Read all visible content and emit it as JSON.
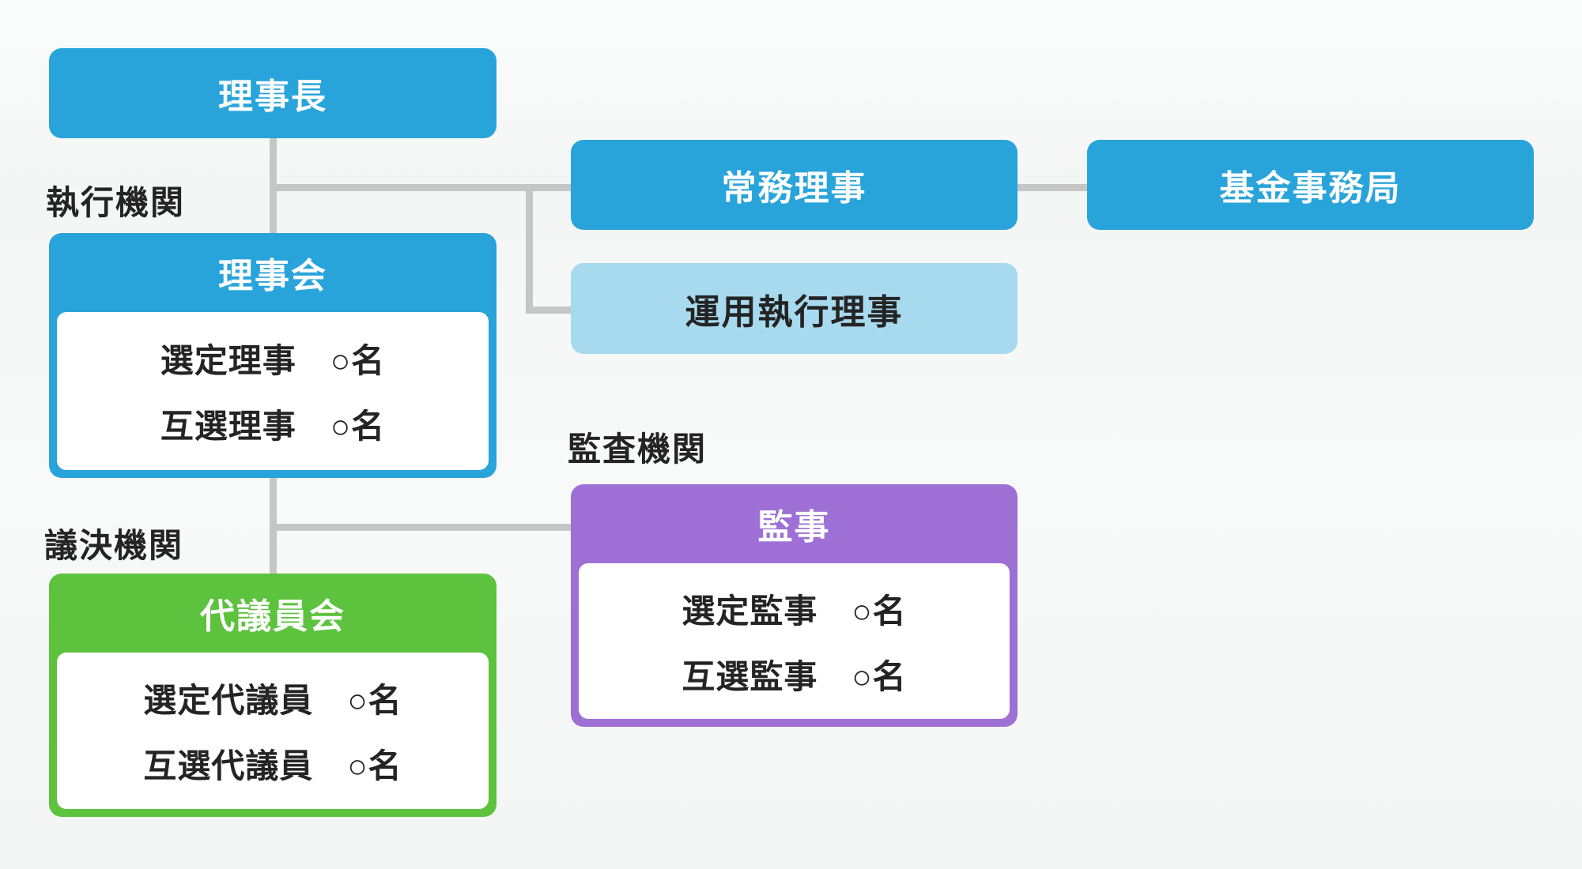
{
  "diagram": {
    "type": "org-chart",
    "section_labels": {
      "executive": "執行機関",
      "audit": "監査機関",
      "decision": "議決機関"
    },
    "nodes": {
      "chairman": {
        "label": "理事長"
      },
      "managing_director": {
        "label": "常務理事"
      },
      "fund_office": {
        "label": "基金事務局"
      },
      "investment_exec_director": {
        "label": "運用執行理事"
      },
      "board": {
        "title": "理事会",
        "rows": [
          "選定理事　○名",
          "互選理事　○名"
        ]
      },
      "auditors": {
        "title": "監事",
        "rows": [
          "選定監事　○名",
          "互選監事　○名"
        ]
      },
      "representatives": {
        "title": "代議員会",
        "rows": [
          "選定代議員　○名",
          "互選代議員　○名"
        ]
      }
    },
    "colors": {
      "primary_blue": "#29a4db",
      "light_blue": "#a8daef",
      "purple": "#9e70d6",
      "green": "#5dc23e",
      "connector_gray": "#c5c6c6",
      "text_dark": "#242424",
      "text_on_color": "#ffffff"
    }
  }
}
